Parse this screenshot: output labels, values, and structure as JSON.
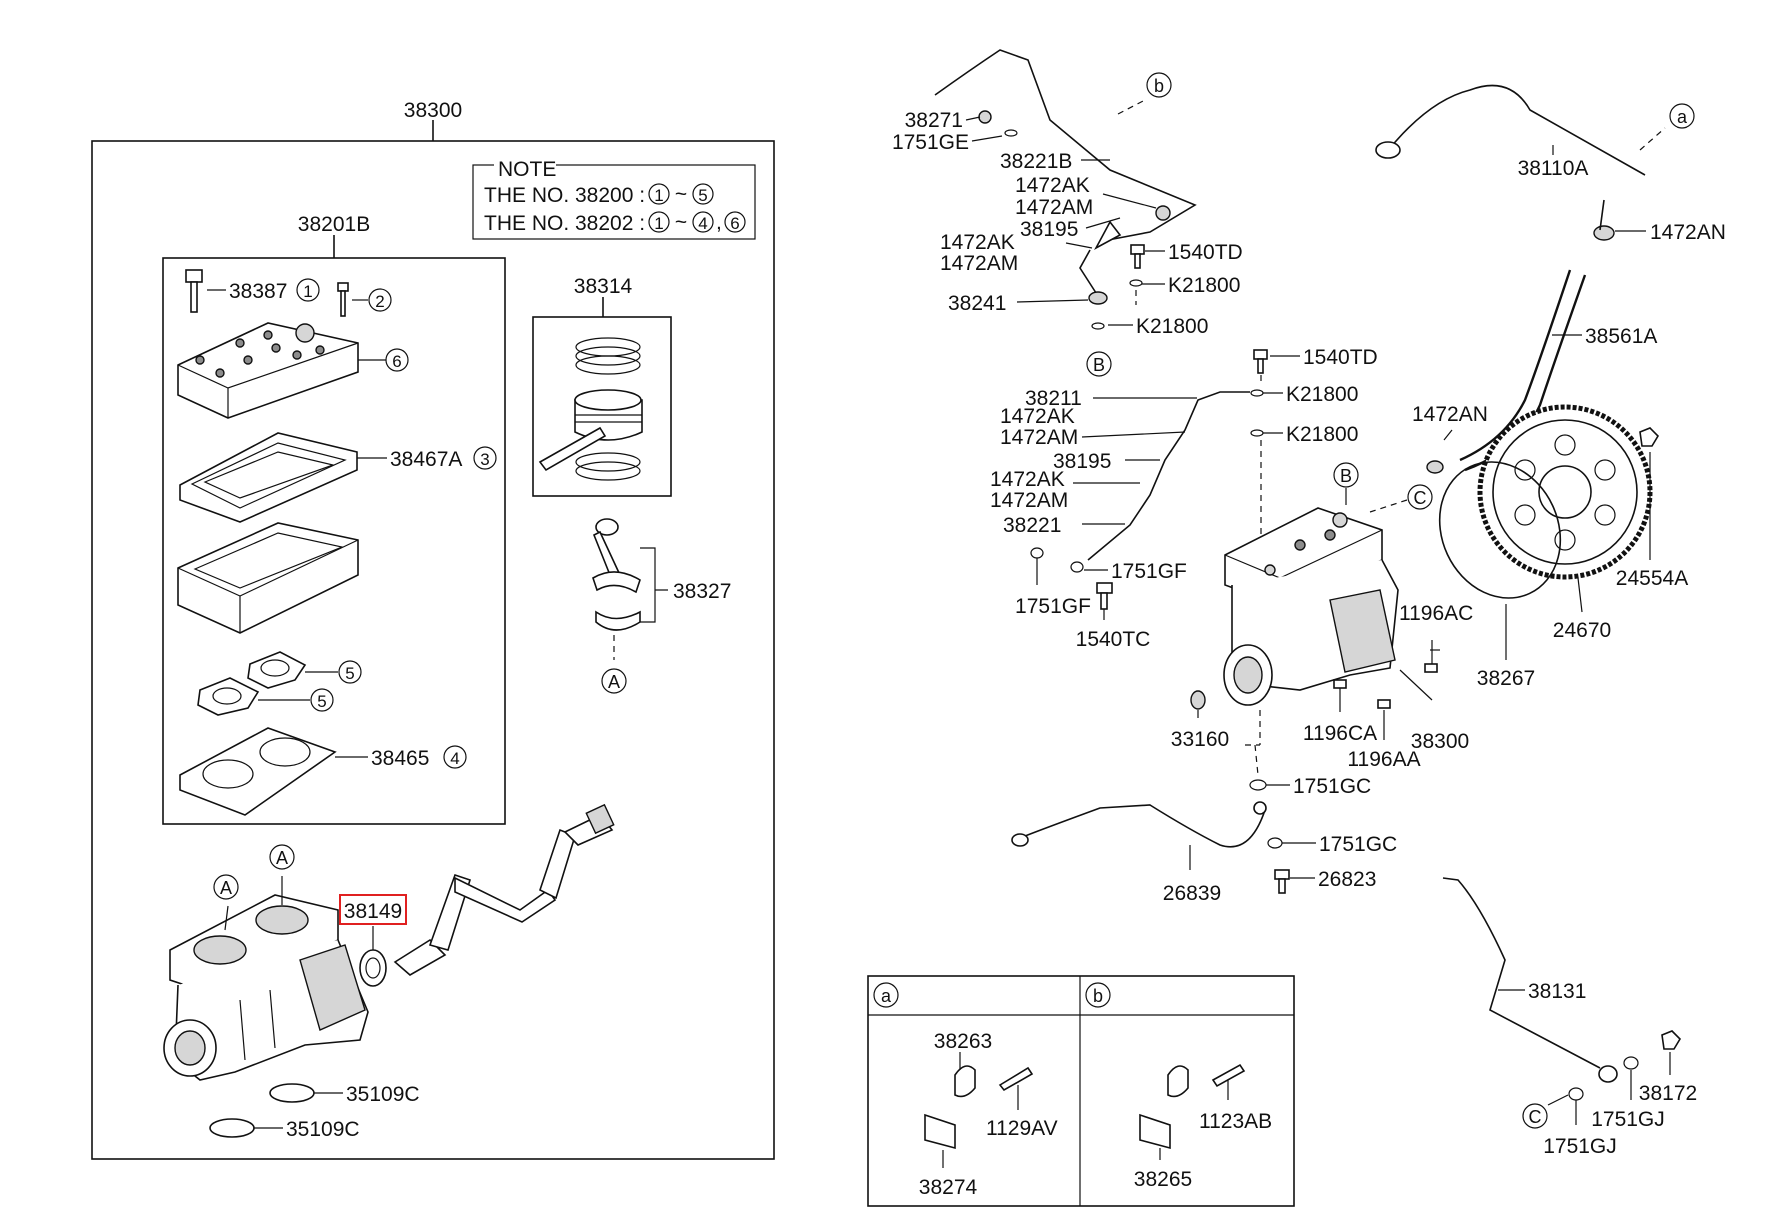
{
  "note": {
    "header": "NOTE",
    "line1_prefix": "THE NO. 38200 :",
    "line1_range": [
      "1",
      "~",
      "5"
    ],
    "line2_prefix": "THE NO. 38202 :",
    "line2_range": [
      "1",
      "~",
      "4",
      ",",
      "6"
    ]
  },
  "left": {
    "assembly": "38300",
    "head_kit": "38201B",
    "bolt": "38387",
    "bolt_ref": "1",
    "bolt2_ref": "2",
    "head_ref": "6",
    "gasket_a": "38467A",
    "gasket_a_ref": "3",
    "ring_ref": "5",
    "gasket": "38465",
    "gasket_ref": "4",
    "piston_kit": "38314",
    "conrod": "38327",
    "ref_a": "A",
    "seal": "38149",
    "plug": "35109C"
  },
  "right": {
    "l38271": "38271",
    "l1751GE": "1751GE",
    "l38221B": "38221B",
    "l1472AK": "1472AK",
    "l1472AM": "1472AM",
    "l38195": "38195",
    "l1540TD": "1540TD",
    "lK21800": "K21800",
    "l38241": "38241",
    "refB": "B",
    "refb": "b",
    "refa": "a",
    "refC": "C",
    "l38110A": "38110A",
    "l1472AN": "1472AN",
    "l38561A": "38561A",
    "l38211": "38211",
    "l38221": "38221",
    "l1751GF": "1751GF",
    "l1540TC": "1540TC",
    "l24554A": "24554A",
    "l24670": "24670",
    "l38267": "38267",
    "l1196AC": "1196AC",
    "l1196CA": "1196CA",
    "l1196AA": "1196AA",
    "l38300": "38300",
    "l33160": "33160",
    "l1751GC": "1751GC",
    "l26839": "26839",
    "l26823": "26823",
    "l38131": "38131",
    "l38172": "38172",
    "l1751GJ": "1751GJ"
  },
  "detail": {
    "a_tag": "a",
    "b_tag": "b",
    "a_clamp": "38263",
    "a_bolt": "1129AV",
    "a_bracket": "38274",
    "b_bolt": "1123AB",
    "b_bracket": "38265"
  }
}
